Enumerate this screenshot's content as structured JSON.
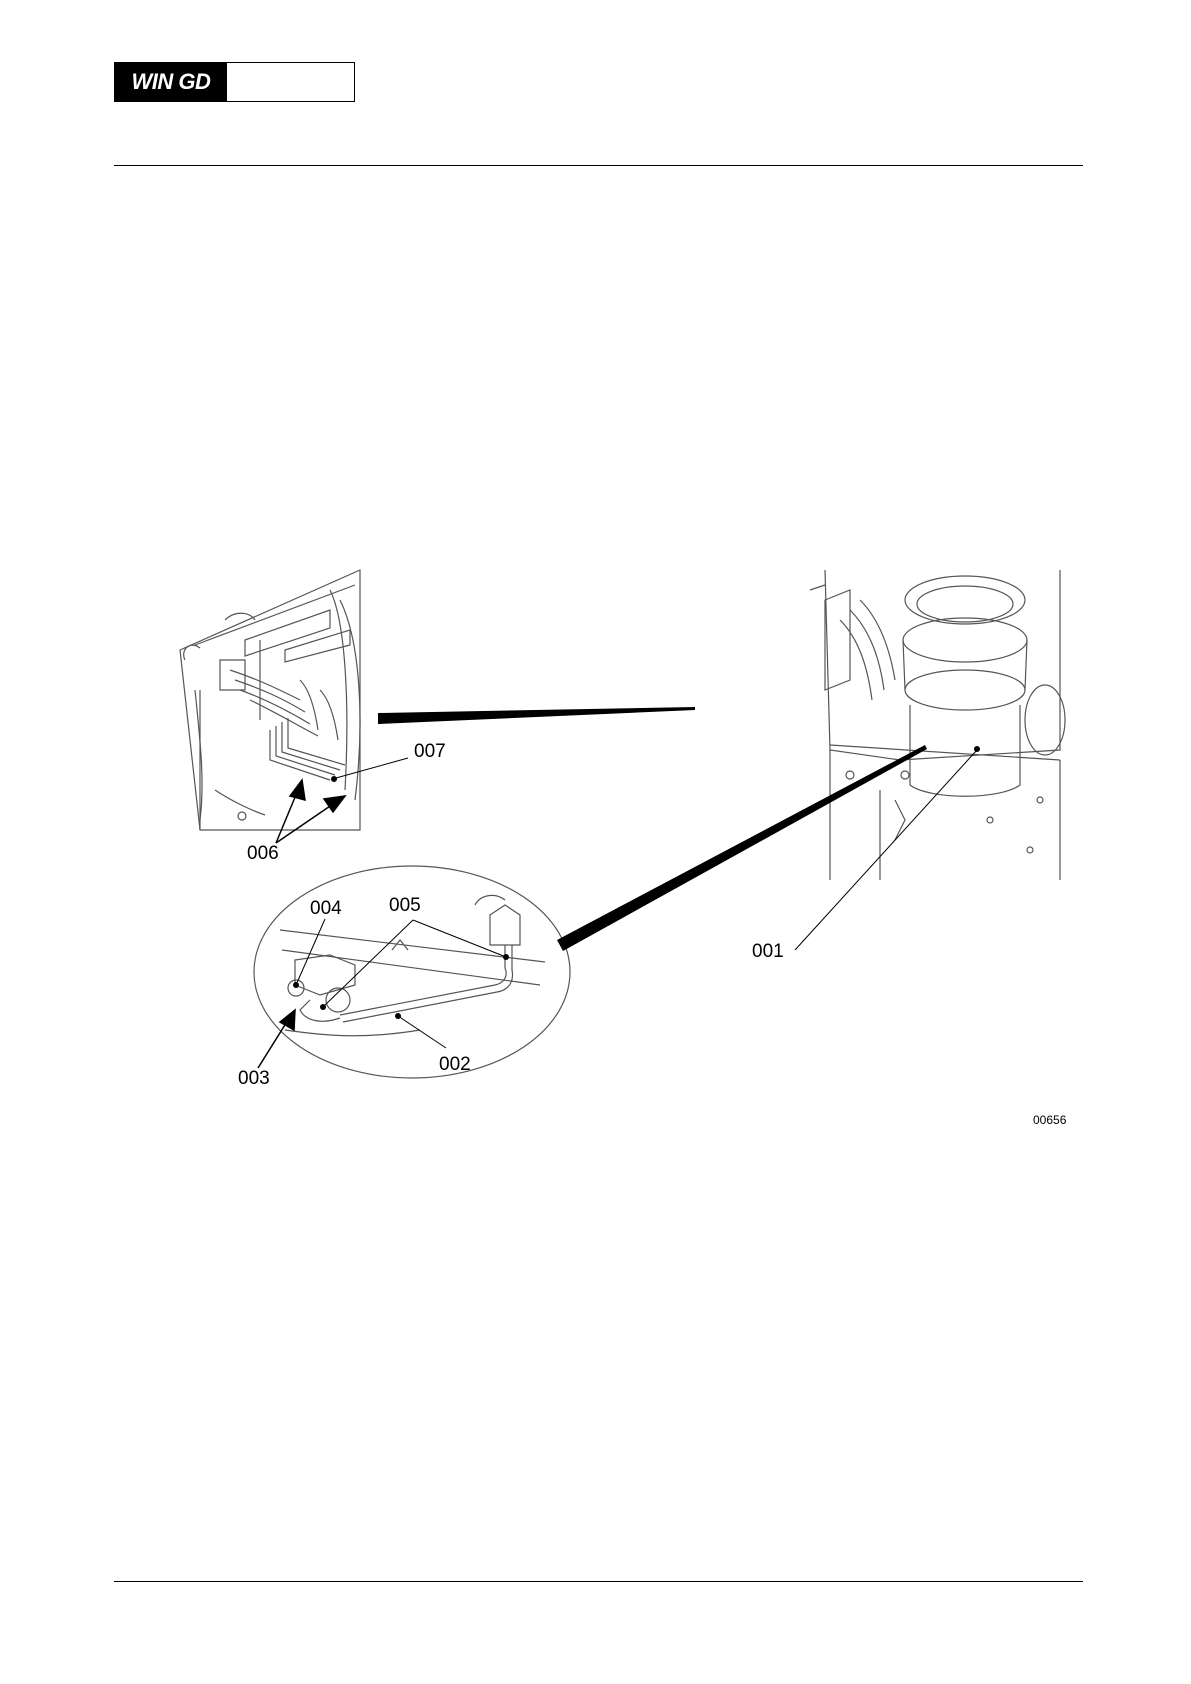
{
  "header": {
    "logo_text": "WIN GD"
  },
  "figure": {
    "callouts": {
      "c001": "001",
      "c002": "002",
      "c003": "003",
      "c004": "004",
      "c005": "005",
      "c006": "006",
      "c007": "007"
    },
    "figure_id": "00656"
  },
  "colors": {
    "ink": "#000000",
    "paper": "#ffffff",
    "line_gray": "#555555"
  }
}
